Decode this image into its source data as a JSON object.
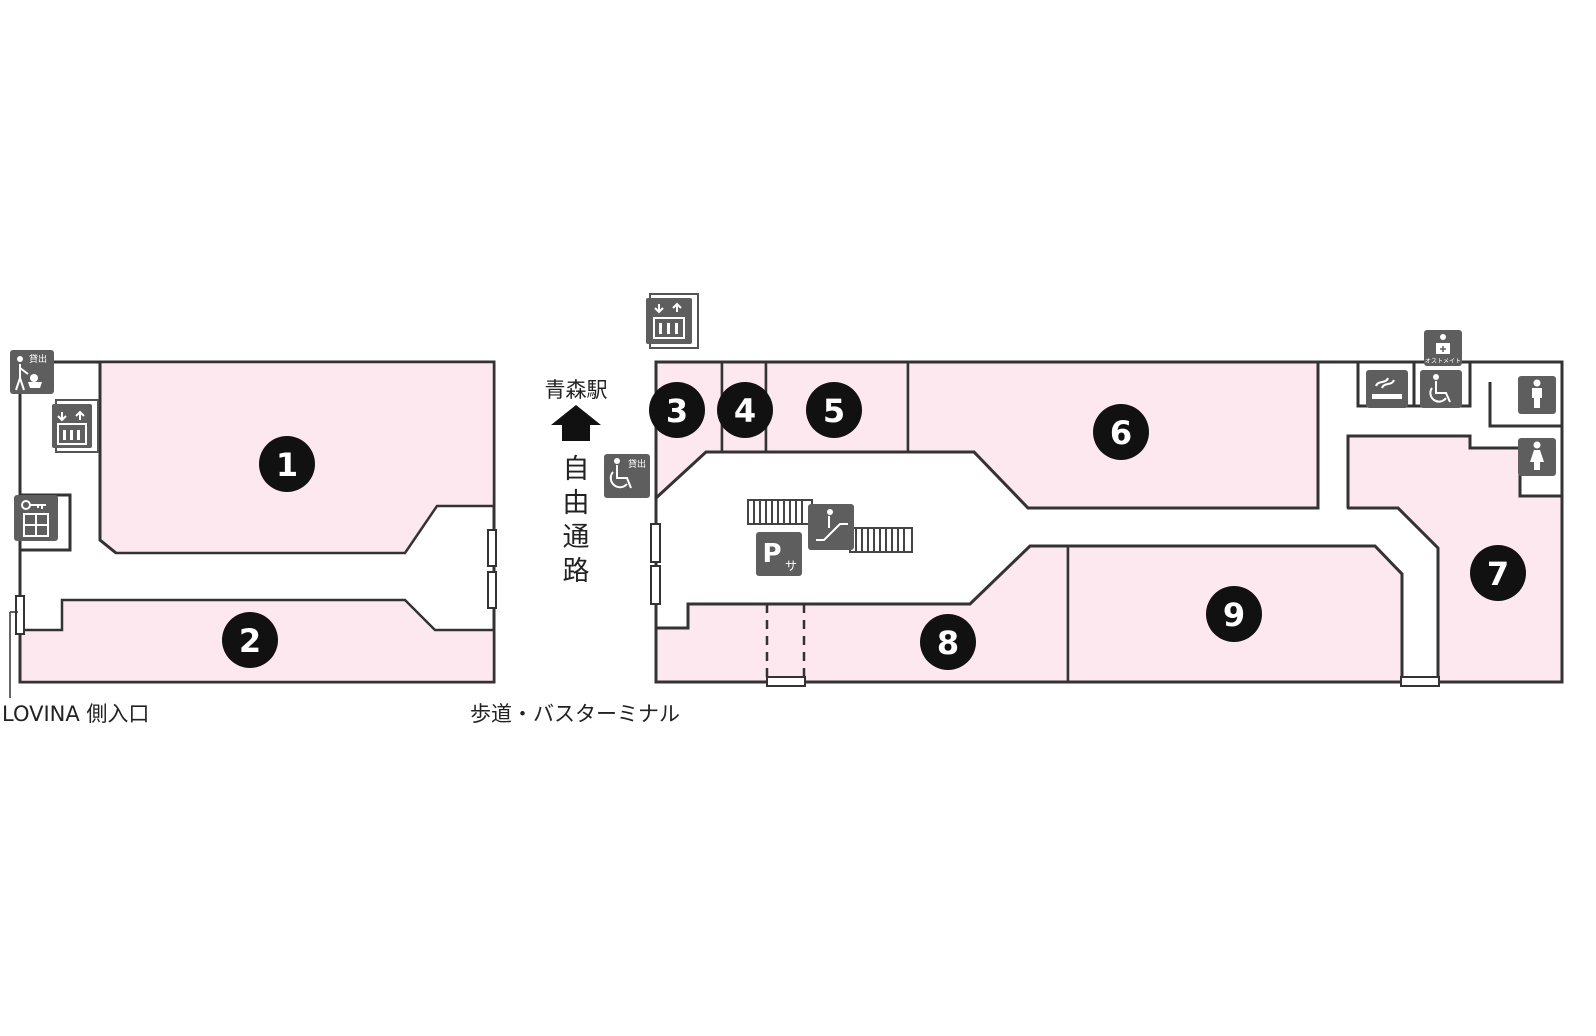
{
  "colors": {
    "store_fill": "#fde8ef",
    "outline": "#333333",
    "marker": "#111111",
    "icon": "#5e5e5e"
  },
  "stores": [
    {
      "id": "1",
      "label": "1"
    },
    {
      "id": "2",
      "label": "2"
    },
    {
      "id": "3",
      "label": "3"
    },
    {
      "id": "4",
      "label": "4"
    },
    {
      "id": "5",
      "label": "5"
    },
    {
      "id": "6",
      "label": "6"
    },
    {
      "id": "7",
      "label": "7"
    },
    {
      "id": "8",
      "label": "8"
    },
    {
      "id": "9",
      "label": "9"
    }
  ],
  "labels": {
    "station": "青森駅",
    "passage": [
      "自",
      "由",
      "通",
      "路"
    ],
    "lovina_entrance": "LOVINA 側入口",
    "sidewalk": "歩道・バスターミナル"
  },
  "icons": {
    "stroller_rental_text": "貸出",
    "wheelchair_rental_text": "貸出",
    "ostomate_text": "オストメイト",
    "parking_letter": "P",
    "parking_sub": "サ",
    "list": [
      "stroller-rental-icon",
      "elevator-icon",
      "locker-icon",
      "wheelchair-rental-icon",
      "escalator-icon",
      "parking-icon",
      "smoking-icon",
      "accessible-toilet-icon",
      "ostomate-icon",
      "mens-toilet-icon",
      "womens-toilet-icon"
    ]
  }
}
